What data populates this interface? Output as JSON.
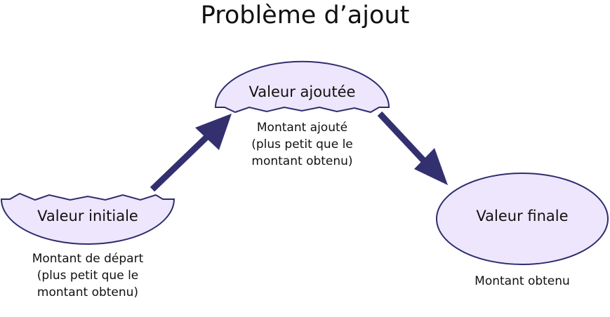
{
  "title": "Problème d’ajout",
  "colors": {
    "fill": "#ede6fc",
    "stroke": "#2e2d6e",
    "arrow": "#33306f"
  },
  "nodes": {
    "initial": {
      "label": "Valeur initiale",
      "note": [
        "Montant de départ",
        "(plus petit que le",
        "montant obtenu)"
      ]
    },
    "added": {
      "label": "Valeur ajoutée",
      "note": [
        "Montant ajouté",
        "(plus petit que le",
        "montant obtenu)"
      ]
    },
    "final": {
      "label": "Valeur finale",
      "note": [
        "Montant obtenu"
      ]
    }
  }
}
